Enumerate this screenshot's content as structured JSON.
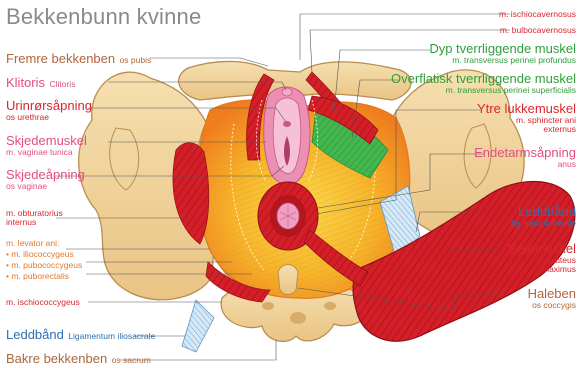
{
  "title": "Bekkenbunn kvinne",
  "colors": {
    "bone": "#f1d39d",
    "bone_edge": "#b88d52",
    "muscle_red": "#d9222a",
    "muscle_dark": "#a9141c",
    "levator_yellow": "#f7c233",
    "levator_orange": "#f28a22",
    "green_muscle": "#3fb54a",
    "pink": "#ee8fb4",
    "ligament_blue": "#9ec8e8"
  },
  "labels": {
    "fremre": {
      "main": "Fremre bekkenben",
      "sub": "os pubis"
    },
    "klitoris": {
      "main": "Klitoris",
      "sub": "Clitoris"
    },
    "urinror": {
      "main": "Urinrørsåpning",
      "sub": "os urethrae"
    },
    "skjedemuskel": {
      "main": "Skjedemuskel",
      "sub": "m. vaginae tunica"
    },
    "skjedeapning": {
      "main": "Skjedeåpning",
      "sub": "os vaginae"
    },
    "obturatorius": {
      "line1": "m. obturatorius",
      "line2": "internus"
    },
    "levator": {
      "head": "m. levator ani:",
      "items": [
        "m. iliococcygeus",
        "m. pubococcygeus",
        "m. puborectalis"
      ]
    },
    "ischiococcygeus": "m. ischiococcygeus",
    "leddband_left": {
      "main": "Leddbånd",
      "sub": "Ligamentum iliosacrale"
    },
    "bakre": {
      "main": "Bakre bekkenben",
      "sub": "os sacrum"
    },
    "ischiocavernosus": "m. ischiocavernosus",
    "bulbocavernosus": "m. bulbocavernosus",
    "dyp": {
      "main": "Dyp tverrliggende muskel",
      "sub": "m. transversus perinei profundus"
    },
    "overflatisk": {
      "main": "Overflatisk tverrliggende muskel",
      "sub": "m. transversus perinei superficialis"
    },
    "ytre": {
      "main": "Ytre lukkemuskel",
      "sub1": "m. sphincter ani",
      "sub2": "externus"
    },
    "endetarm": {
      "main": "Endetarmsåpning",
      "sub": "anus"
    },
    "leddband_right": {
      "main": "Leddbånd",
      "sub": "lig. sacrotuberale"
    },
    "setemuskel": {
      "main": "Setemuskel",
      "sub1": "m. gluteus",
      "sub2": "maximus"
    },
    "haleben": {
      "main": "Haleben",
      "sub": "os coccygis"
    }
  }
}
